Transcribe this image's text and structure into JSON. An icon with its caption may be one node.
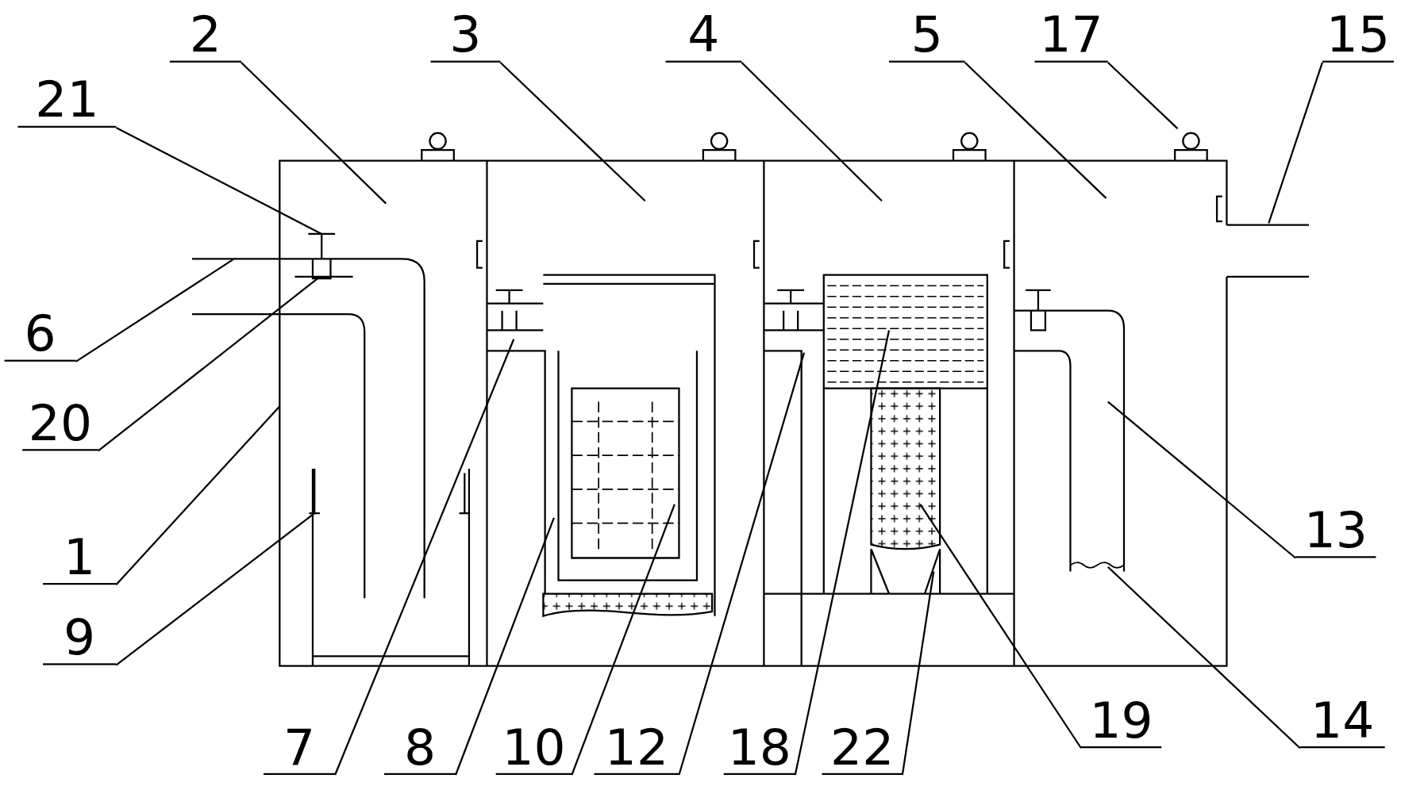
{
  "diagram": {
    "nodes": [
      {
        "text": [
          "2"
        ]
      },
      {
        "text": [
          "3"
        ]
      },
      {
        "text": [
          "4"
        ]
      },
      {
        "text": [
          "5"
        ]
      },
      {
        "text": [
          "17"
        ]
      },
      {
        "text": [
          "15"
        ]
      },
      {
        "text": [
          "21"
        ]
      },
      {
        "text": [
          "6"
        ]
      },
      {
        "text": [
          "20"
        ]
      },
      {
        "text": [
          "13"
        ]
      },
      {
        "text": [
          "1"
        ]
      },
      {
        "text": [
          "9"
        ]
      },
      {
        "text": [
          "19"
        ]
      },
      {
        "text": [
          "14"
        ]
      },
      {
        "text": [
          "7"
        ]
      },
      {
        "text": [
          "8"
        ]
      },
      {
        "text": [
          "10"
        ]
      },
      {
        "text": [
          "12"
        ]
      },
      {
        "text": [
          "18"
        ]
      },
      {
        "text": [
          "22"
        ]
      }
    ],
    "edges": [
      {
        "from": 0,
        "to": null,
        "arrow": "none"
      },
      {
        "from": 1,
        "to": null,
        "arrow": "none"
      },
      {
        "from": 2,
        "to": null,
        "arrow": "none"
      },
      {
        "from": 3,
        "to": null,
        "arrow": "none"
      },
      {
        "from": 4,
        "to": null,
        "arrow": "none"
      },
      {
        "from": 5,
        "to": null,
        "arrow": "none"
      },
      {
        "from": 6,
        "to": null,
        "arrow": "none"
      },
      {
        "from": 7,
        "to": null,
        "arrow": "none"
      },
      {
        "from": 8,
        "to": null,
        "arrow": "none"
      },
      {
        "from": 9,
        "to": null,
        "arrow": "none"
      },
      {
        "from": 10,
        "to": null,
        "arrow": "none"
      },
      {
        "from": 11,
        "to": null,
        "arrow": "none"
      },
      {
        "from": 12,
        "to": null,
        "arrow": "none"
      },
      {
        "from": 13,
        "to": null,
        "arrow": "none"
      },
      {
        "from": 14,
        "to": null,
        "arrow": "none"
      },
      {
        "from": 15,
        "to": null,
        "arrow": "none"
      },
      {
        "from": 16,
        "to": null,
        "arrow": "none"
      },
      {
        "from": 17,
        "to": null,
        "arrow": "none"
      },
      {
        "from": 18,
        "to": null,
        "arrow": "none"
      },
      {
        "from": 19,
        "to": null,
        "arrow": "none"
      }
    ]
  }
}
